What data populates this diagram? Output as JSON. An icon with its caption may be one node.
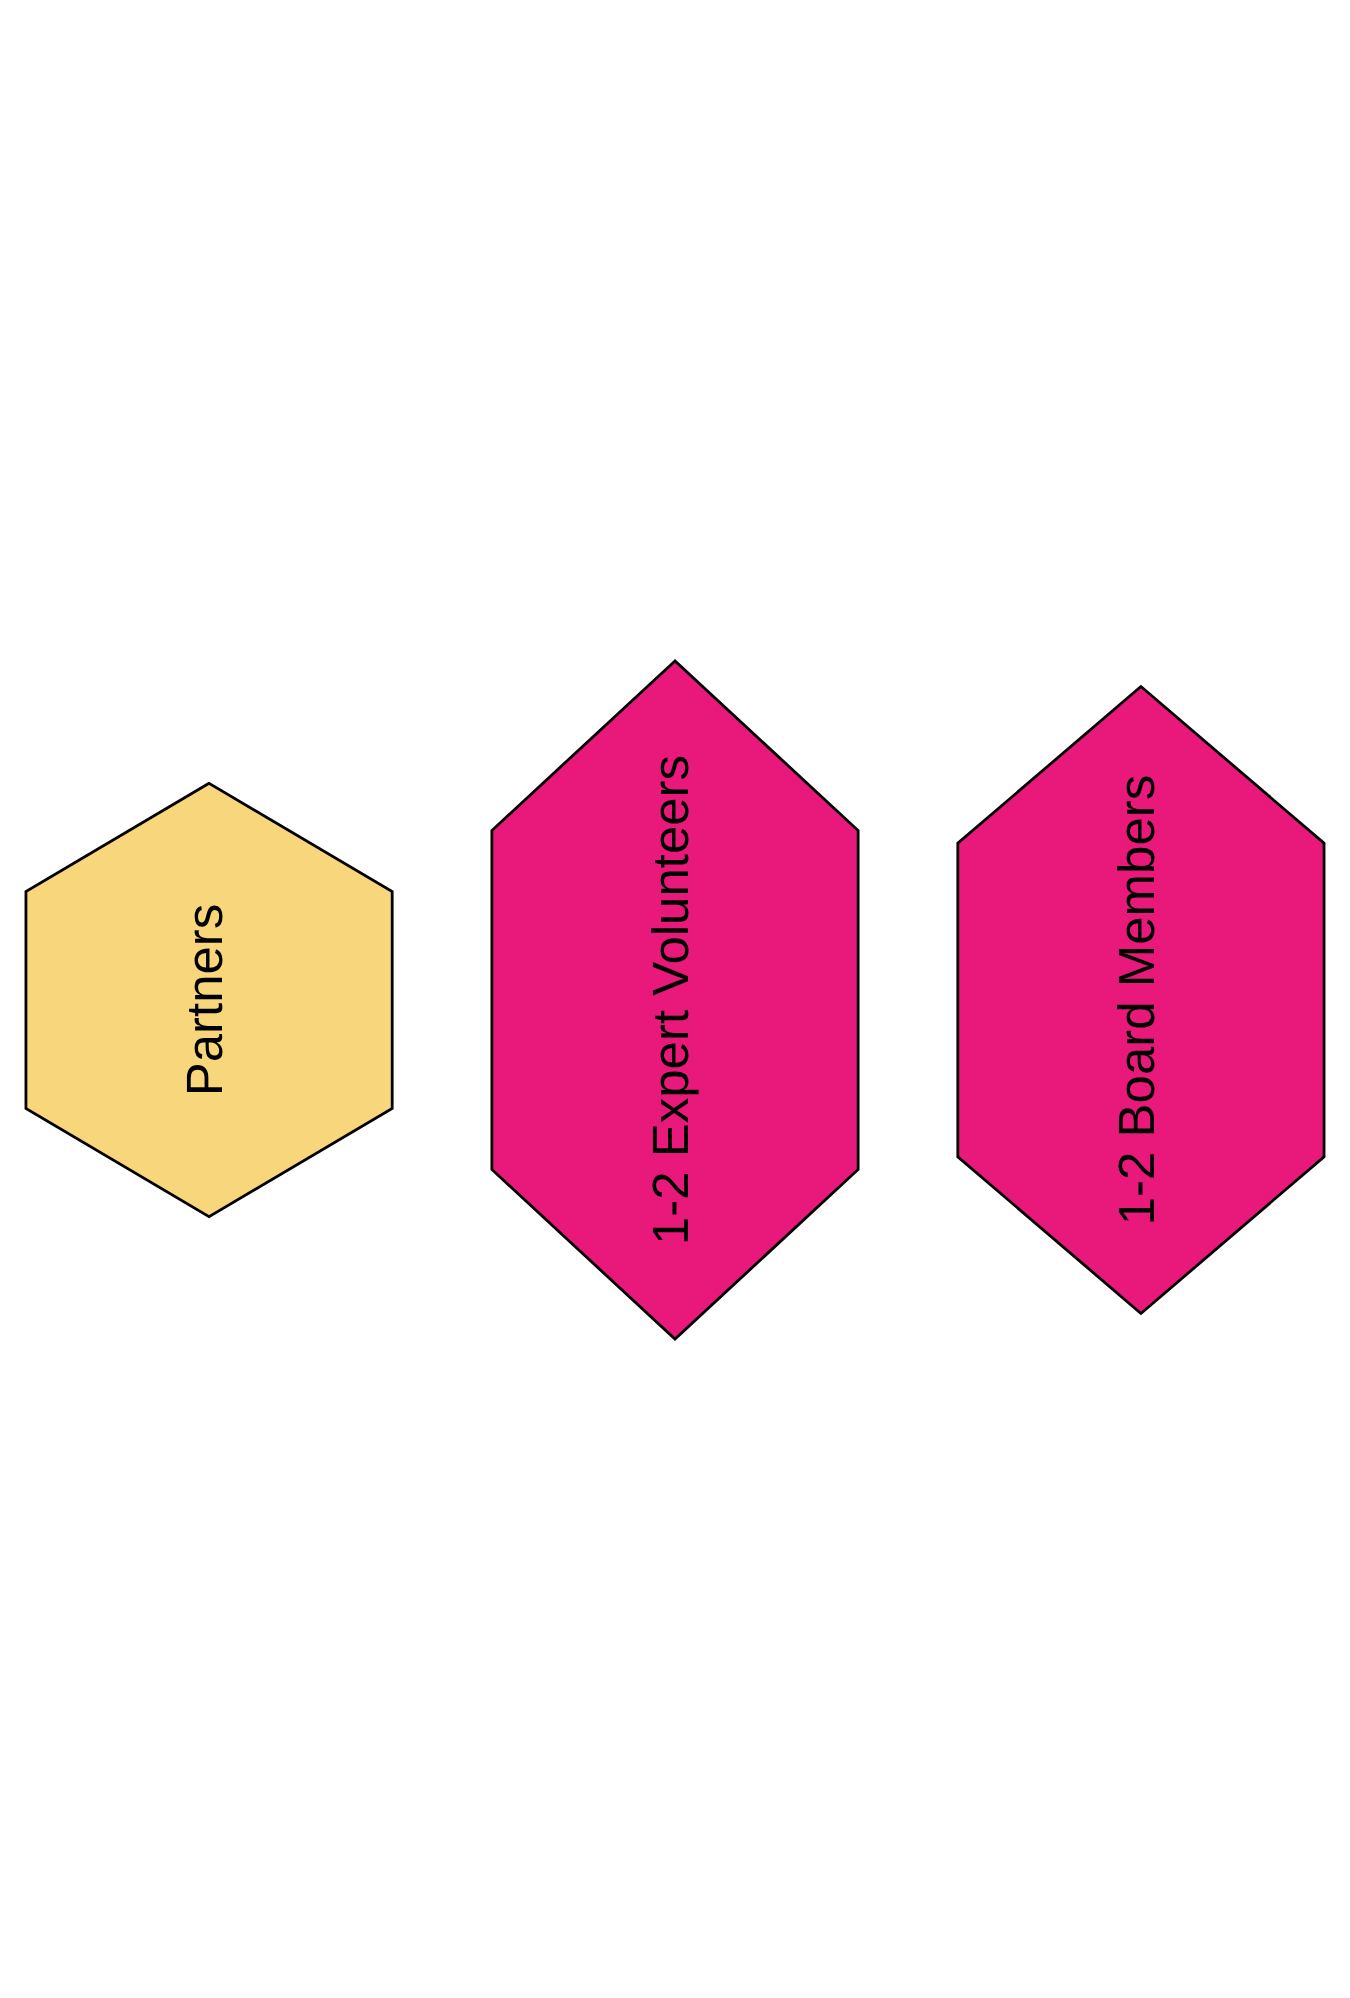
{
  "diagram": {
    "nodes": [
      {
        "text": [
          "1-2 Board Members"
        ]
      },
      {
        "text": [
          "1-2 Expert Volunteers"
        ]
      },
      {
        "text": [
          "Partners"
        ]
      }
    ]
  }
}
